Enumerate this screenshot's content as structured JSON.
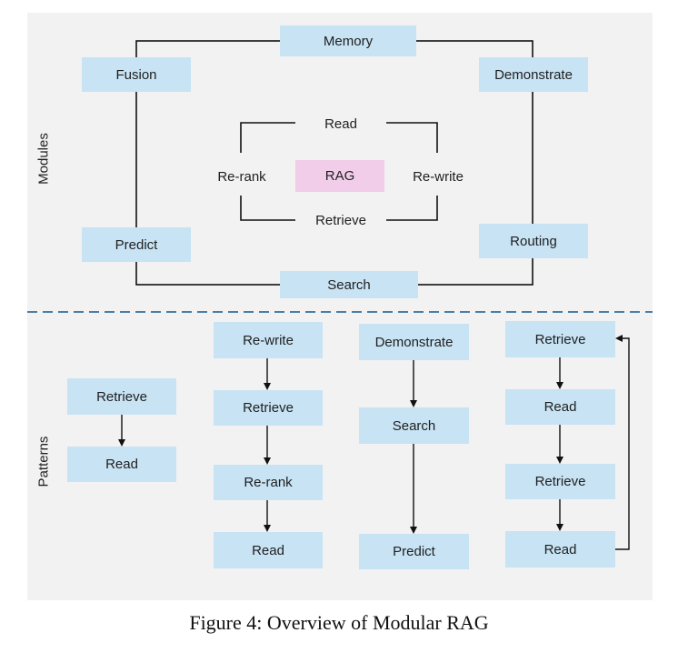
{
  "modules": {
    "label": "Modules",
    "outer": {
      "memory": "Memory",
      "fusion": "Fusion",
      "demonstrate": "Demonstrate",
      "predict": "Predict",
      "routing": "Routing",
      "search": "Search"
    },
    "inner": {
      "read": "Read",
      "rerank": "Re-rank",
      "rag": "RAG",
      "rewrite": "Re-write",
      "retrieve": "Retrieve"
    }
  },
  "patterns": {
    "label": "Patterns",
    "col1": [
      "Retrieve",
      "Read"
    ],
    "col2": [
      "Re-write",
      "Retrieve",
      "Re-rank",
      "Read"
    ],
    "col3": [
      "Demonstrate",
      "Search",
      "Predict"
    ],
    "col4": [
      "Retrieve",
      "Read",
      "Retrieve",
      "Read"
    ]
  },
  "caption": "Figure 4: Overview of Modular RAG",
  "colors": {
    "box": "#c7e3f4",
    "rag": "#f1cde9",
    "divider": "#4a7fa8",
    "panel": "#f2f2f2"
  }
}
